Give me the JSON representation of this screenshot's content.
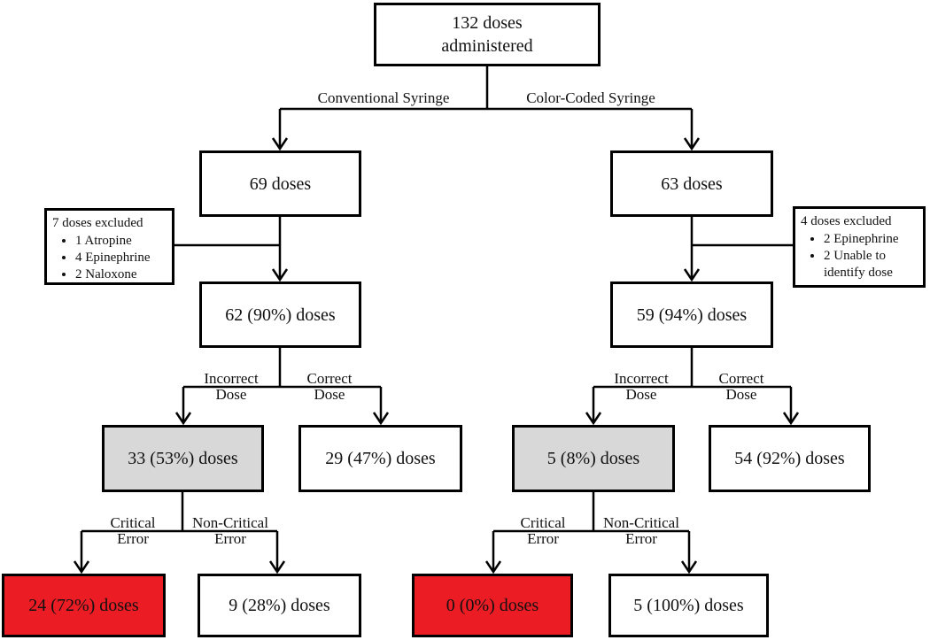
{
  "flowchart": {
    "root": {
      "line1": "132 doses",
      "line2": "administered"
    },
    "branch_labels": {
      "left": "Conventional Syringe",
      "right": "Color-Coded Syringe"
    },
    "split_labels": {
      "incorrect": "Incorrect",
      "correct": "Correct",
      "dose": "Dose",
      "critical": "Critical",
      "non_critical": "Non-Critical",
      "error": "Error"
    },
    "conventional": {
      "doses": "69 doses",
      "excluded": {
        "title": "7 doses excluded",
        "items": [
          "1 Atropine",
          "4 Epinephrine",
          "2 Naloxone"
        ]
      },
      "after_exclusion": "62 (90%) doses",
      "incorrect_dose": "33 (53%) doses",
      "correct_dose": "29 (47%) doses",
      "critical_error": "24 (72%) doses",
      "non_critical_error": "9 (28%) doses"
    },
    "color_coded": {
      "doses": "63 doses",
      "excluded": {
        "title": "4 doses excluded",
        "items": [
          "2 Epinephrine",
          "2 Unable to identify dose"
        ]
      },
      "after_exclusion": "59 (94%) doses",
      "incorrect_dose": "5 (8%) doses",
      "correct_dose": "54 (92%) doses",
      "critical_error": "0 (0%) doses",
      "non_critical_error": "5 (100%) doses"
    },
    "colors": {
      "highlight_gray": "#d8d8d8",
      "highlight_red": "#ec1c24",
      "line_black": "#000000"
    }
  }
}
